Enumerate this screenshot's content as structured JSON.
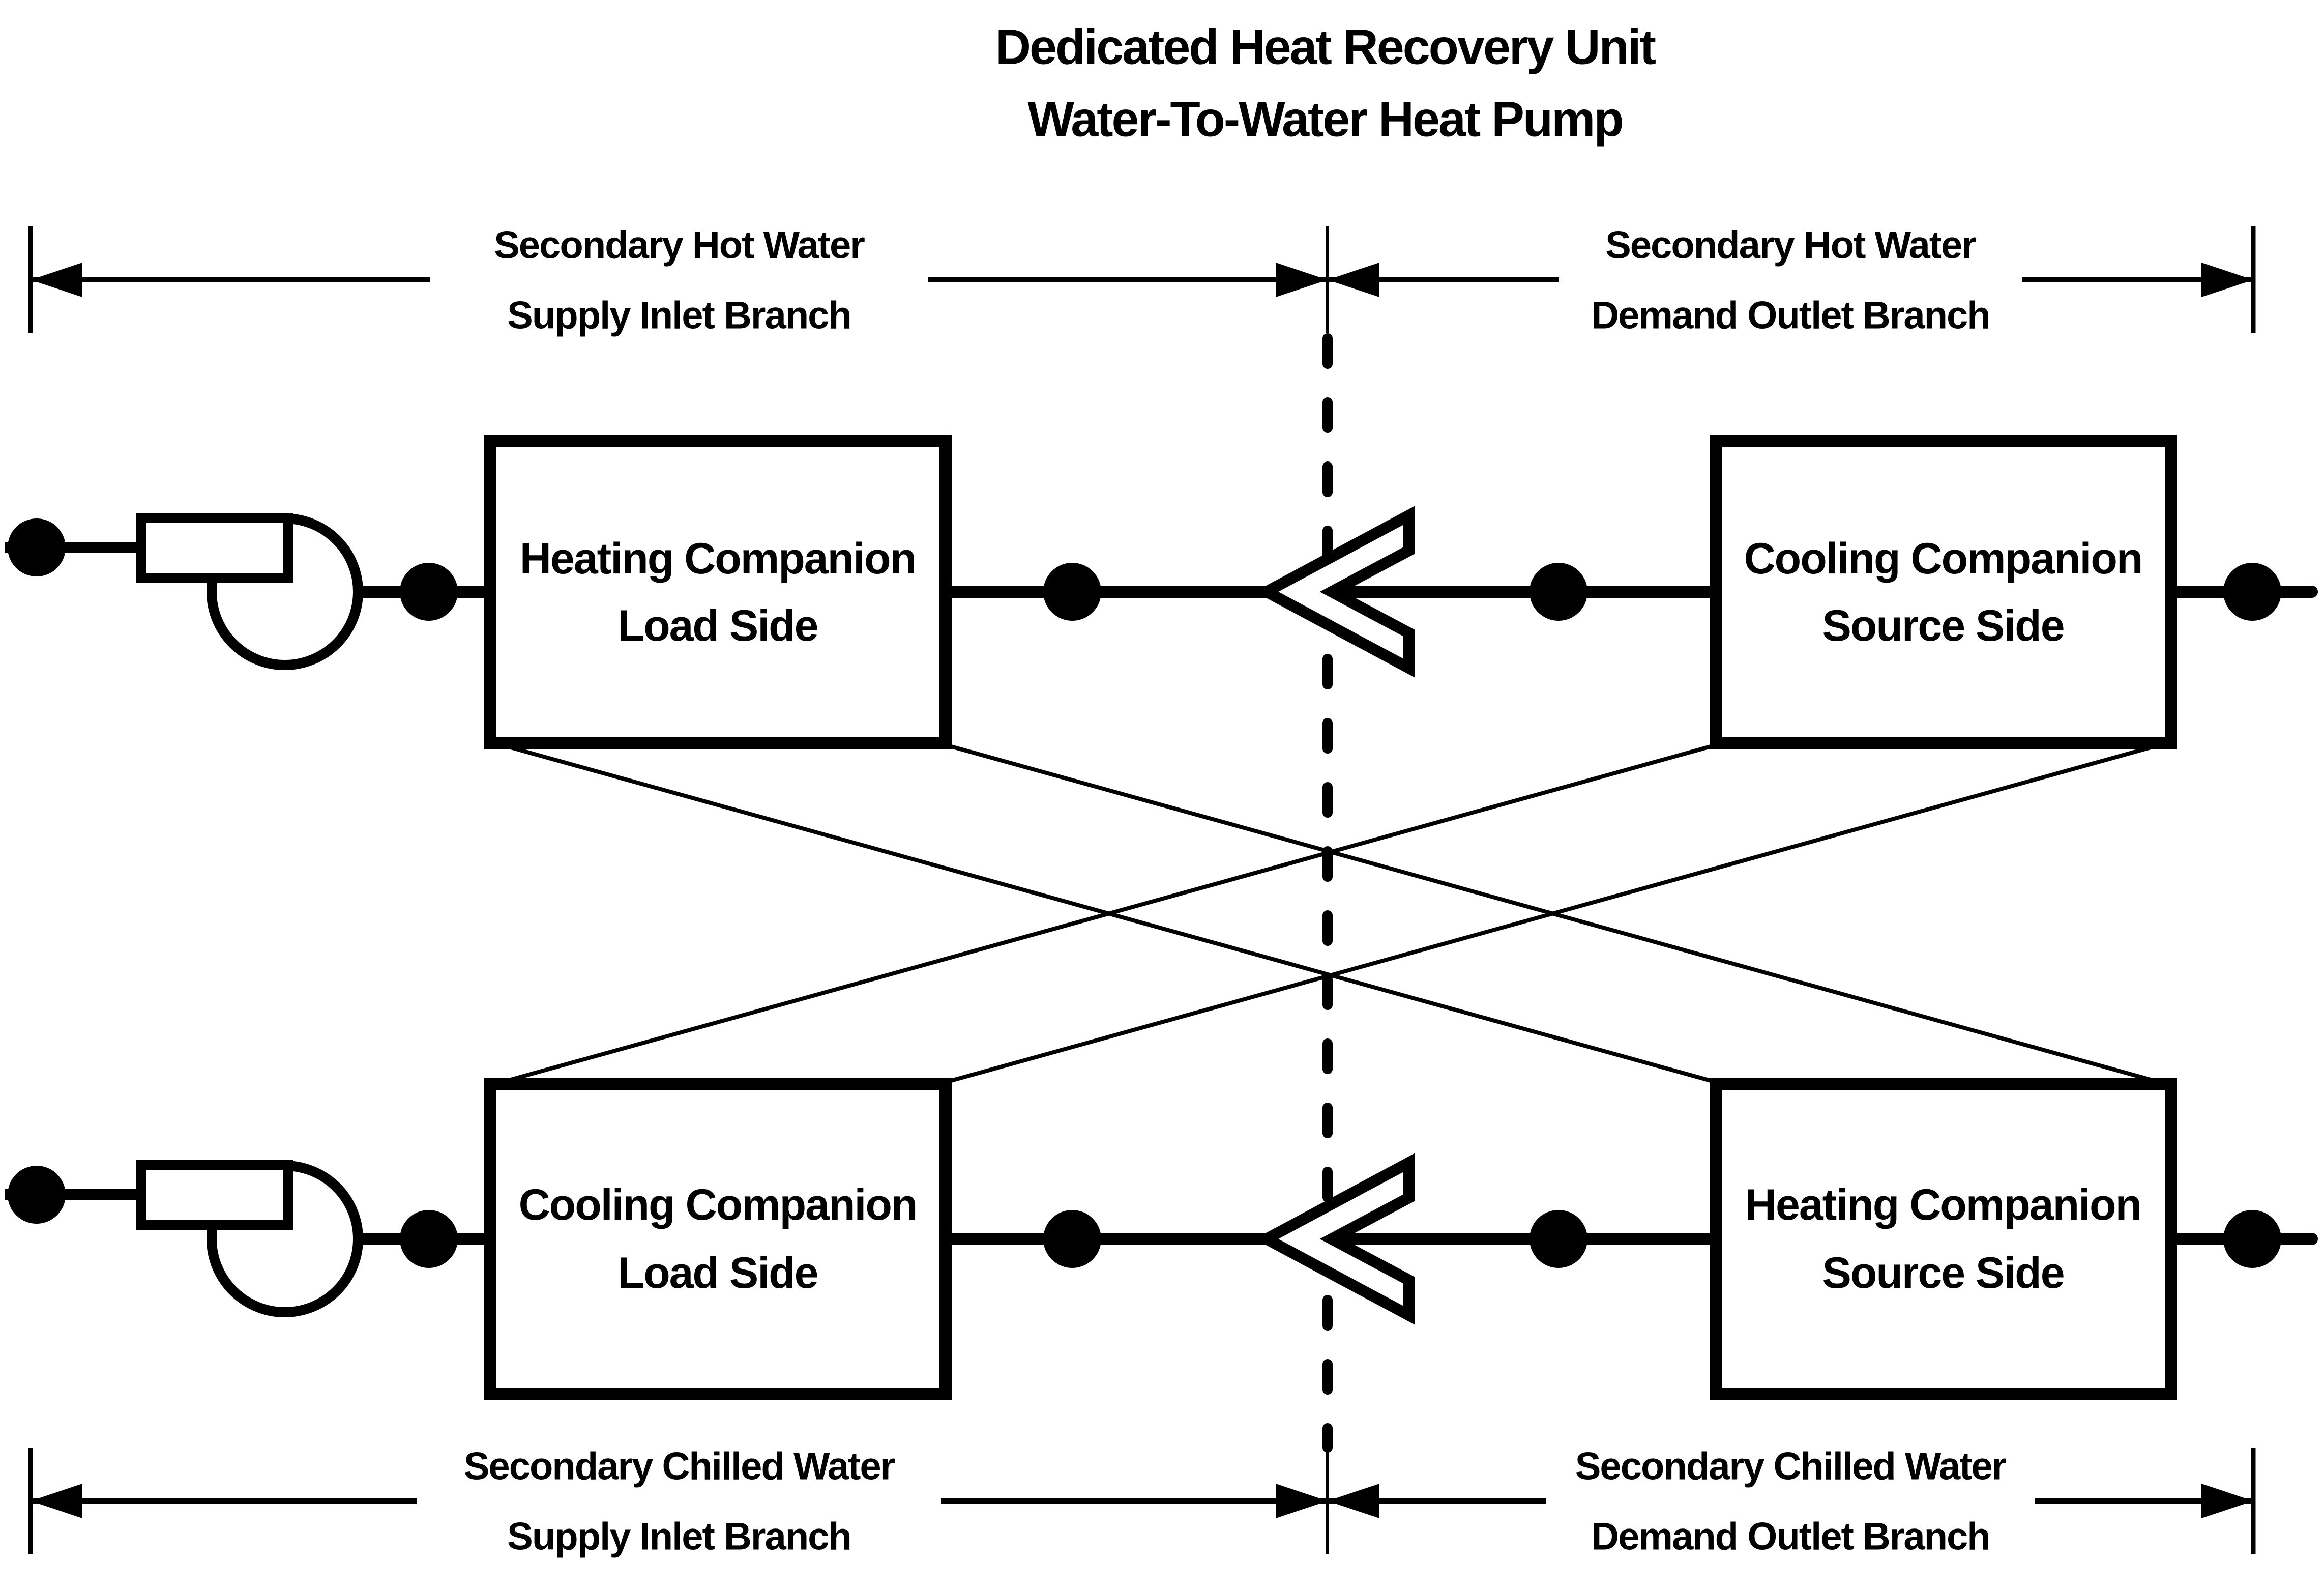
{
  "diagram": {
    "title": [
      "Dedicated Heat Recovery Unit",
      "Water-To-Water Heat Pump"
    ],
    "branches": {
      "hot_supply": {
        "line1": "Secondary Hot Water",
        "line2": "Supply Inlet Branch"
      },
      "hot_demand": {
        "line1": "Secondary Hot Water",
        "line2": "Demand Outlet Branch"
      },
      "chilled_supply": {
        "line1": "Secondary Chilled Water",
        "line2": "Supply Inlet Branch"
      },
      "chilled_demand": {
        "line1": "Secondary Chilled Water",
        "line2": "Demand Outlet Branch"
      }
    },
    "units": {
      "top_left": {
        "line1": "Heating Companion",
        "line2": "Load Side"
      },
      "top_right": {
        "line1": "Cooling Companion",
        "line2": "Source Side"
      },
      "bottom_left": {
        "line1": "Cooling Companion",
        "line2": "Load Side"
      },
      "bottom_right": {
        "line1": "Heating Companion",
        "line2": "Source Side"
      }
    },
    "colors": {
      "ink": "#000000",
      "background": "#ffffff"
    },
    "icons": {
      "pump": "pump-icon",
      "flow_direction": "chevron-left-icon",
      "pipe_junction": "junction-dot-icon",
      "pipe_terminal": "terminal-dot-icon",
      "branch_extent": "dimension-arrow-icon",
      "unit_split": "dashed-divider-line"
    }
  }
}
